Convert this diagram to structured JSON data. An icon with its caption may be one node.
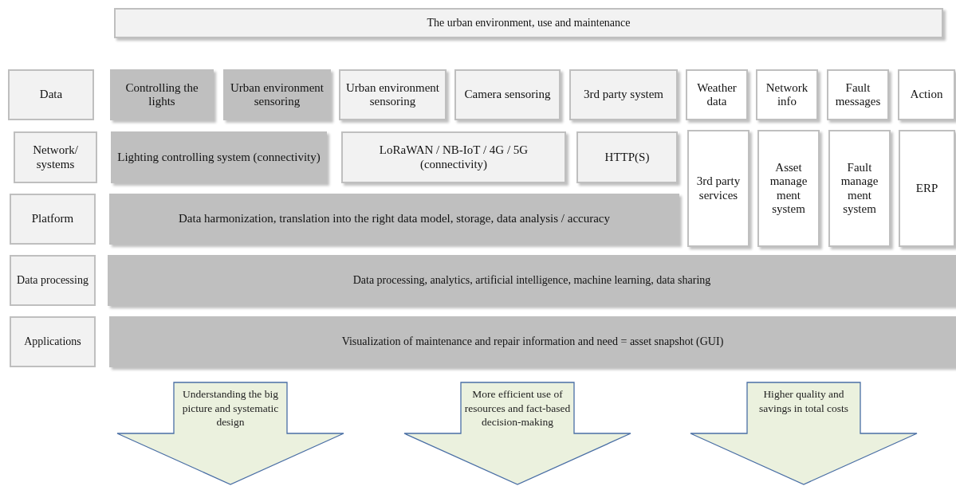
{
  "diagram": {
    "nodes": [
      {
        "text": [
          "The urban environment, use and maintenance"
        ]
      },
      {
        "text": [
          "Data"
        ]
      },
      {
        "text": [
          "Controlling the lights"
        ]
      },
      {
        "text": [
          "Urban environment sensoring"
        ]
      },
      {
        "text": [
          "Urban environment sensoring"
        ]
      },
      {
        "text": [
          "Camera sensoring"
        ]
      },
      {
        "text": [
          "3rd party system"
        ]
      },
      {
        "text": [
          "Weather data"
        ]
      },
      {
        "text": [
          "Network info"
        ]
      },
      {
        "text": [
          "Fault messages"
        ]
      },
      {
        "text": [
          "Action"
        ]
      },
      {
        "text": [
          "Network/ systems"
        ]
      },
      {
        "text": [
          "Lighting controlling system (connectivity)"
        ]
      },
      {
        "text": [
          "LoRaWAN / NB-IoT / 4G / 5G (connectivity)"
        ]
      },
      {
        "text": [
          "HTTP(S)"
        ]
      },
      {
        "text": [
          "3rd party services"
        ]
      },
      {
        "text": [
          "Asset manage ment system"
        ]
      },
      {
        "text": [
          "Fault manage ment system"
        ]
      },
      {
        "text": [
          "ERP"
        ]
      },
      {
        "text": [
          "Platform"
        ]
      },
      {
        "text": [
          "Data harmonization, translation into the right data model, storage, data analysis / accuracy"
        ]
      },
      {
        "text": [
          "Data processing"
        ]
      },
      {
        "text": [
          "Data processing, analytics, artificial intelligence, machine learning, data sharing"
        ]
      },
      {
        "text": [
          "Applications"
        ]
      },
      {
        "text": [
          "Visualization of maintenance and repair information and need = asset snapshot (GUI)"
        ]
      },
      {
        "text": [
          "Understanding the big picture and systematic design"
        ]
      },
      {
        "text": [
          "More efficient use of resources and fact-based decision-making"
        ]
      },
      {
        "text": [
          "Higher quality and savings in total costs"
        ]
      }
    ]
  }
}
